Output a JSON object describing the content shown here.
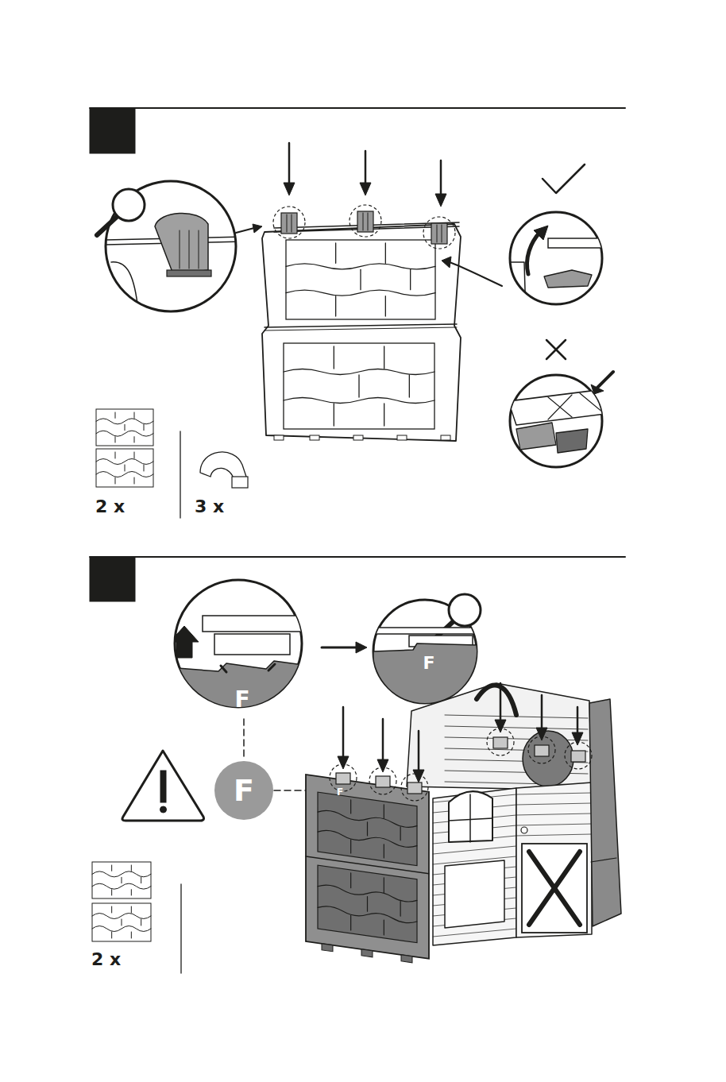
{
  "diagram": {
    "nodes": [
      {
        "text": [
          "F"
        ]
      }
    ],
    "labels": [
      "2 x",
      "3 x",
      "F",
      "F",
      "F",
      "2 x"
    ]
  }
}
